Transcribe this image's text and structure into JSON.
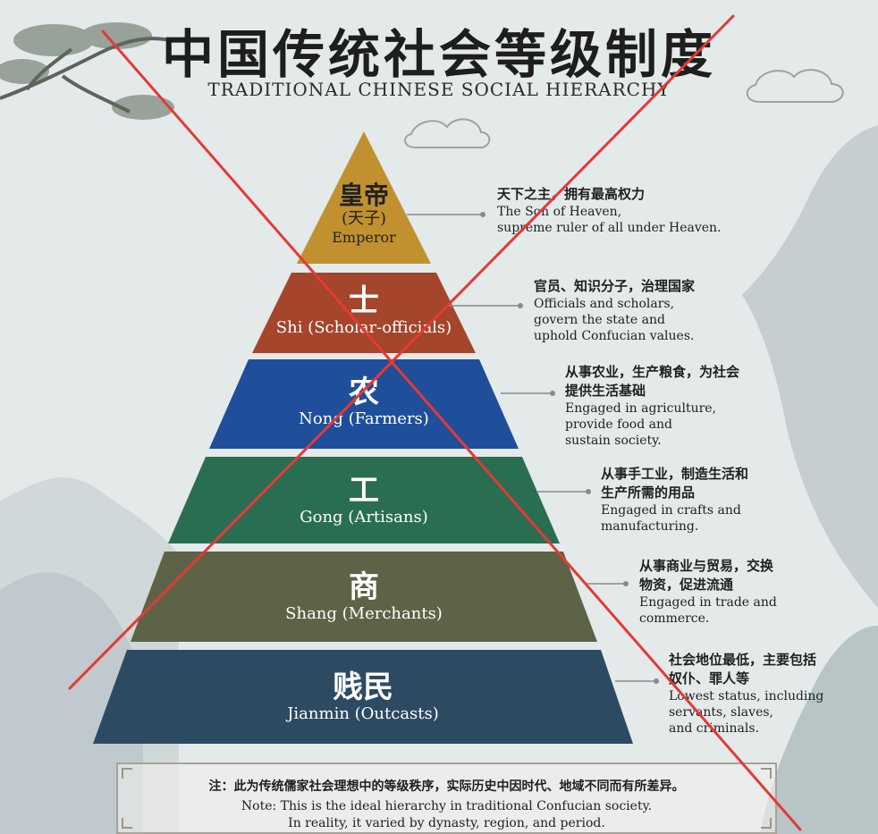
{
  "title_zh": "中国传统社会等级制度",
  "title_en": "TRADITIONAL CHINESE SOCIAL HIERARCHY",
  "tiers": [
    {
      "zh": "皇帝",
      "sub": "(天子)",
      "en": "Emperor",
      "color": "#c1912f",
      "desc_zh": "天下之主，拥有最高权力",
      "desc_en": "The Son of Heaven,\nsupreme ruler of all under Heaven."
    },
    {
      "zh": "士",
      "sub": "",
      "en": "Shi (Scholar-officials)",
      "color": "#a4452c",
      "desc_zh": "官员、知识分子，治理国家",
      "desc_en": "Officials and scholars,\ngovern the state and\nuphold Confucian values."
    },
    {
      "zh": "农",
      "sub": "",
      "en": "Nong (Farmers)",
      "color": "#1f4f9a",
      "desc_zh": "从事农业，生产粮食，为社会\n提供生活基础",
      "desc_en": "Engaged in agriculture,\nprovide food and\nsustain society."
    },
    {
      "zh": "工",
      "sub": "",
      "en": "Gong (Artisans)",
      "color": "#2a6e52",
      "desc_zh": "从事手工业，制造生活和\n生产所需的用品",
      "desc_en": "Engaged in crafts and\nmanufacturing."
    },
    {
      "zh": "商",
      "sub": "",
      "en": "Shang (Merchants)",
      "color": "#5d6346",
      "desc_zh": "从事商业与贸易，交换\n物资，促进流通",
      "desc_en": "Engaged in trade and\ncommerce."
    },
    {
      "zh": "贱民",
      "sub": "",
      "en": "Jianmin (Outcasts)",
      "color": "#2d4a63",
      "desc_zh": "社会地位最低，主要包括\n奴仆、罪人等",
      "desc_en": "Lowest status, including\nservants, slaves,\nand criminals."
    }
  ],
  "note_zh": "注：此为传统儒家社会理想中的等级秩序，实际历史中因时代、地域不同而有所差异。",
  "note_en": "Note: This is the ideal hierarchy in traditional Confucian society.\nIn reality, it varied by dynasty, region, and period.",
  "colors": {
    "cross": "#e53935",
    "mountain": "#b9c3c6",
    "connector": "#8a8a8a"
  }
}
